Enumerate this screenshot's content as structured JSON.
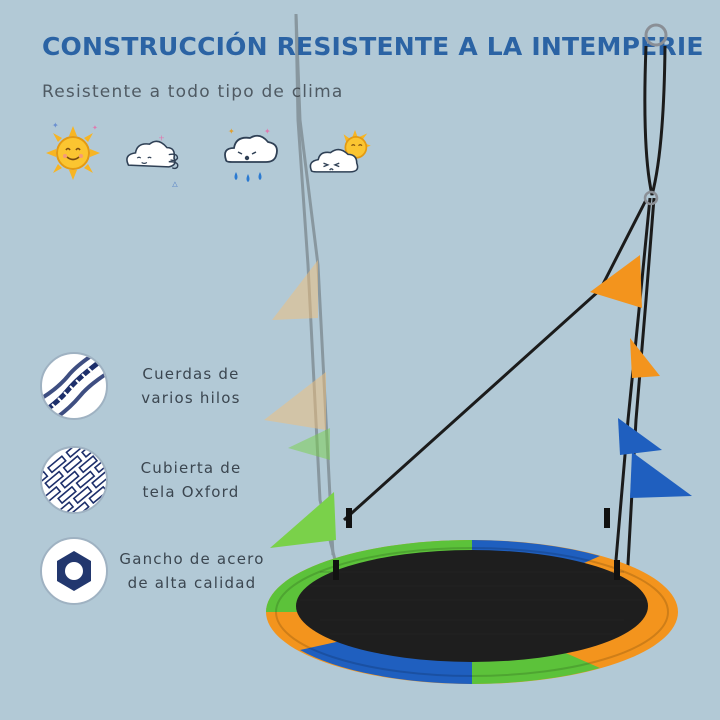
{
  "headline": "CONSTRUCCIÓN RESISTENTE A LA INTEMPERIE",
  "subheadline": "Resistente a todo tipo de clima",
  "weather_icons": [
    "sun-icon",
    "windy-cloud-icon",
    "rain-cloud-icon",
    "sun-behind-cloud-icon"
  ],
  "features": [
    {
      "icon": "rope-icon",
      "line1": "Cuerdas de",
      "line2": "varios hilos"
    },
    {
      "icon": "fabric-weave-icon",
      "line1": "Cubierta de",
      "line2": "tela Oxford"
    },
    {
      "icon": "hex-nut-icon",
      "line1": "Gancho de acero",
      "line2": "de alta calidad"
    }
  ],
  "colors": {
    "background": "#b2c9d6",
    "headline": "#2b63a4",
    "swing_green": "#5cc23a",
    "swing_blue": "#1f5fbf",
    "swing_orange": "#f3941d",
    "mesh": "#1e1e1e"
  }
}
